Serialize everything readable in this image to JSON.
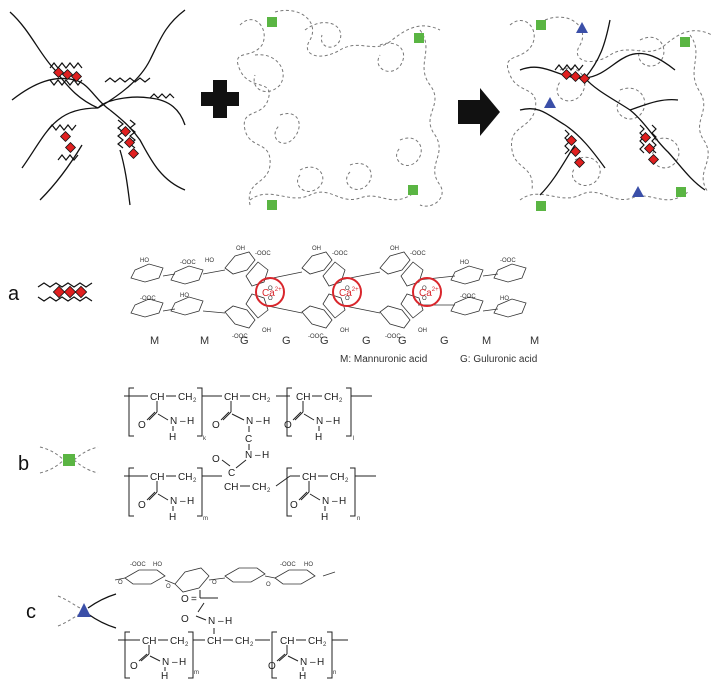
{
  "panel_labels": {
    "a": "a",
    "b": "b",
    "c": "c"
  },
  "alginate": {
    "ion_label": "Ca",
    "ion_charge": "2+",
    "ion_color": "#d9262c",
    "units": [
      "M",
      "M",
      "G",
      "G",
      "G",
      "G",
      "G",
      "G",
      "M",
      "M"
    ],
    "legend_m": "M: Mannuronic acid",
    "legend_g": "G: Guluronic acid"
  },
  "polyacrylamide": {
    "backbone": "CH",
    "ch2": "CH",
    "sub2": "2",
    "carbonyl_o": "O",
    "amide_n": "N",
    "amide_h": "H",
    "crosslink_c": "C",
    "indices": {
      "k": "k",
      "l": "l",
      "m": "m",
      "n": "n"
    }
  },
  "hybrid": {
    "oh": "HO",
    "ooc": "-OOC",
    "indices": {
      "m": "m",
      "n": "n"
    }
  },
  "colors": {
    "ionic_crosslink": "#e02020",
    "covalent_crosslink": "#5ab543",
    "interpenetrating_crosslink": "#3b4fa8",
    "arrow": "#111111"
  }
}
